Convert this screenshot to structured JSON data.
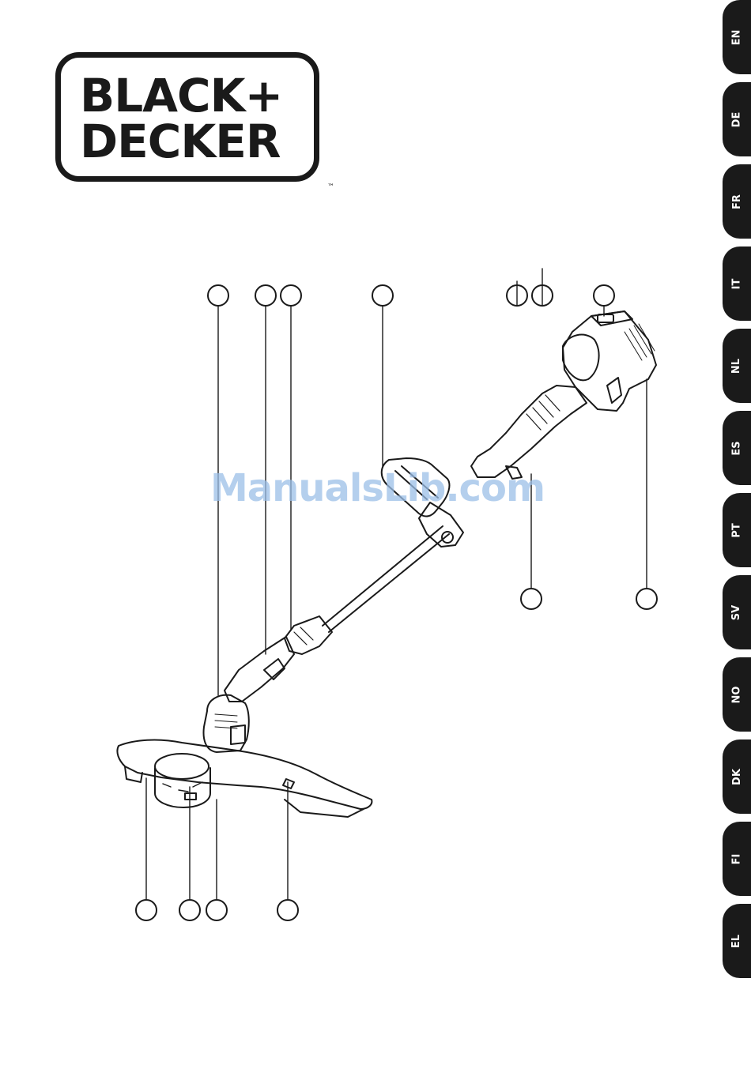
{
  "logo": {
    "line1": "BLACK+",
    "line2": "DECKER",
    "trademark": "™"
  },
  "language_tabs": [
    "EN",
    "DE",
    "FR",
    "IT",
    "NL",
    "ES",
    "PT",
    "SV",
    "NO",
    "DK",
    "FI",
    "EL"
  ],
  "watermark": "ManualsLib.com",
  "colors": {
    "ink": "#1a1a1a",
    "tab_background": "#1a1a1a",
    "tab_text": "#ffffff",
    "watermark": "#9bbfe8"
  }
}
